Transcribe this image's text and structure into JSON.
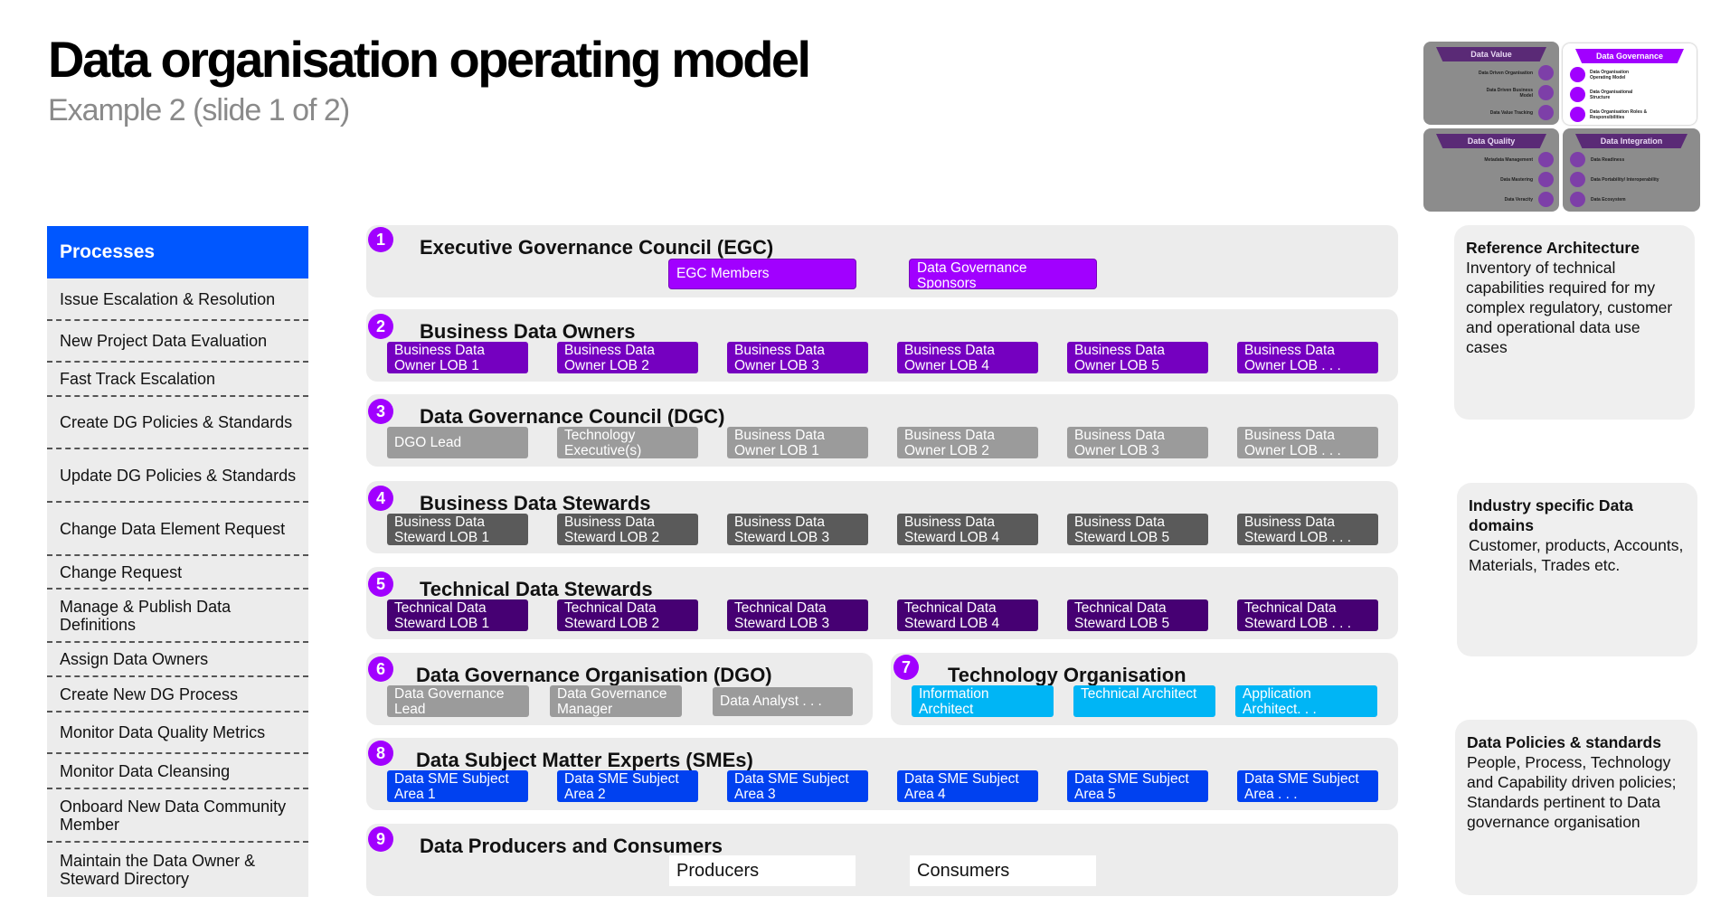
{
  "header": {
    "title": "Data organisation operating model",
    "subtitle": "Example 2 (slide 1 of 2)"
  },
  "processes": {
    "heading": "Processes",
    "items": [
      "Issue Escalation & Resolution",
      "New Project Data Evaluation",
      "Fast Track Escalation",
      "Create DG Policies & Standards",
      "Update DG Policies & Standards",
      "Change Data Element Request",
      "Change Request",
      "Manage & Publish Data Definitions",
      "Assign Data Owners",
      "Create New DG Process",
      "Monitor Data Quality Metrics",
      "Monitor Data Cleansing",
      "Onboard New Data Community Member",
      "Maintain the Data Owner & Steward Directory"
    ]
  },
  "thumbnail": {
    "data_value": {
      "title": "Data Value",
      "items": [
        "Data Driven Organisation",
        "Data Driven Business Model",
        "Data Value Tracking"
      ]
    },
    "data_governance": {
      "title": "Data Governance",
      "items": [
        "Data Organisation Operating Model",
        "Data Organisational Structure",
        "Data Organisation Roles & Responsibilities"
      ]
    },
    "data_quality": {
      "title": "Data Quality",
      "items": [
        "Metadata Management",
        "Data Mastering",
        "Data Veracity"
      ]
    },
    "data_integration": {
      "title": "Data Integration",
      "items": [
        "Data Readiness",
        "Data Portability/ Interoperability",
        "Data Ecosystem"
      ]
    }
  },
  "rows": {
    "r1": {
      "num": "1",
      "title": "Executive Governance Council (EGC)",
      "boxes": [
        "EGC Members",
        "Data Governance Sponsors"
      ]
    },
    "r2": {
      "num": "2",
      "title": "Business Data Owners",
      "boxes": [
        "Business Data Owner LOB 1",
        "Business Data Owner LOB 2",
        "Business Data Owner LOB 3",
        "Business Data Owner LOB 4",
        "Business Data Owner LOB 5",
        "Business Data Owner LOB . . ."
      ]
    },
    "r3": {
      "num": "3",
      "title": "Data Governance Council (DGC)",
      "boxes": [
        "DGO Lead",
        "Technology Executive(s)",
        "Business Data Owner LOB 1",
        "Business Data Owner LOB 2",
        "Business Data Owner LOB 3",
        "Business Data Owner LOB . . ."
      ]
    },
    "r4": {
      "num": "4",
      "title": "Business Data Stewards",
      "boxes": [
        "Business Data Steward  LOB 1",
        "Business Data Steward  LOB 2",
        "Business Data Steward  LOB 3",
        "Business Data Steward  LOB 4",
        "Business Data Steward  LOB 5",
        "Business Data Steward  LOB . . ."
      ]
    },
    "r5": {
      "num": "5",
      "title": "Technical Data Stewards",
      "boxes": [
        "Technical Data Steward  LOB 1",
        "Technical Data Steward  LOB 2",
        "Technical Data Steward  LOB 3",
        "Technical Data Steward  LOB 4",
        "Technical Data Steward  LOB 5",
        "Technical Data Steward  LOB . . ."
      ]
    },
    "r6": {
      "num": "6",
      "title": "Data Governance Organisation (DGO)",
      "boxes": [
        "Data Governance Lead",
        "Data Governance Manager",
        "Data Analyst . . ."
      ]
    },
    "r7": {
      "num": "7",
      "title": "Technology Organisation",
      "boxes": [
        "Information Architect",
        "Technical Architect",
        "Application Architect. . ."
      ]
    },
    "r8": {
      "num": "8",
      "title": "Data Subject Matter Experts (SMEs)",
      "boxes": [
        "Data SME Subject Area 1",
        "Data SME Subject Area 2",
        "Data SME Subject Area 3",
        "Data SME Subject Area 4",
        "Data SME Subject Area 5",
        "Data SME Subject Area . . ."
      ]
    },
    "r9": {
      "num": "9",
      "title": "Data Producers and Consumers",
      "boxes": [
        "Producers",
        "Consumers"
      ]
    }
  },
  "cards": {
    "reference": {
      "heading": "Reference Architecture",
      "body": "Inventory of technical capabilities required for my complex regulatory, customer and operational data use cases"
    },
    "industry": {
      "heading": "Industry specific Data domains",
      "body": "Customer, products, Accounts, Materials, Trades etc."
    },
    "policies": {
      "heading": "Data Policies & standards",
      "body": "People, Process, Technology and Capability driven policies; Standards pertinent to Data governance organisation"
    }
  },
  "colors": {
    "accent_purple": "#a100ff",
    "processes_blue": "#0057ff",
    "steward_grey": "#5a5a5a",
    "council_grey": "#9b9b9b",
    "technical_purple": "#460073",
    "technology_cyan": "#00b5f5",
    "sme_blue": "#0041f0"
  }
}
